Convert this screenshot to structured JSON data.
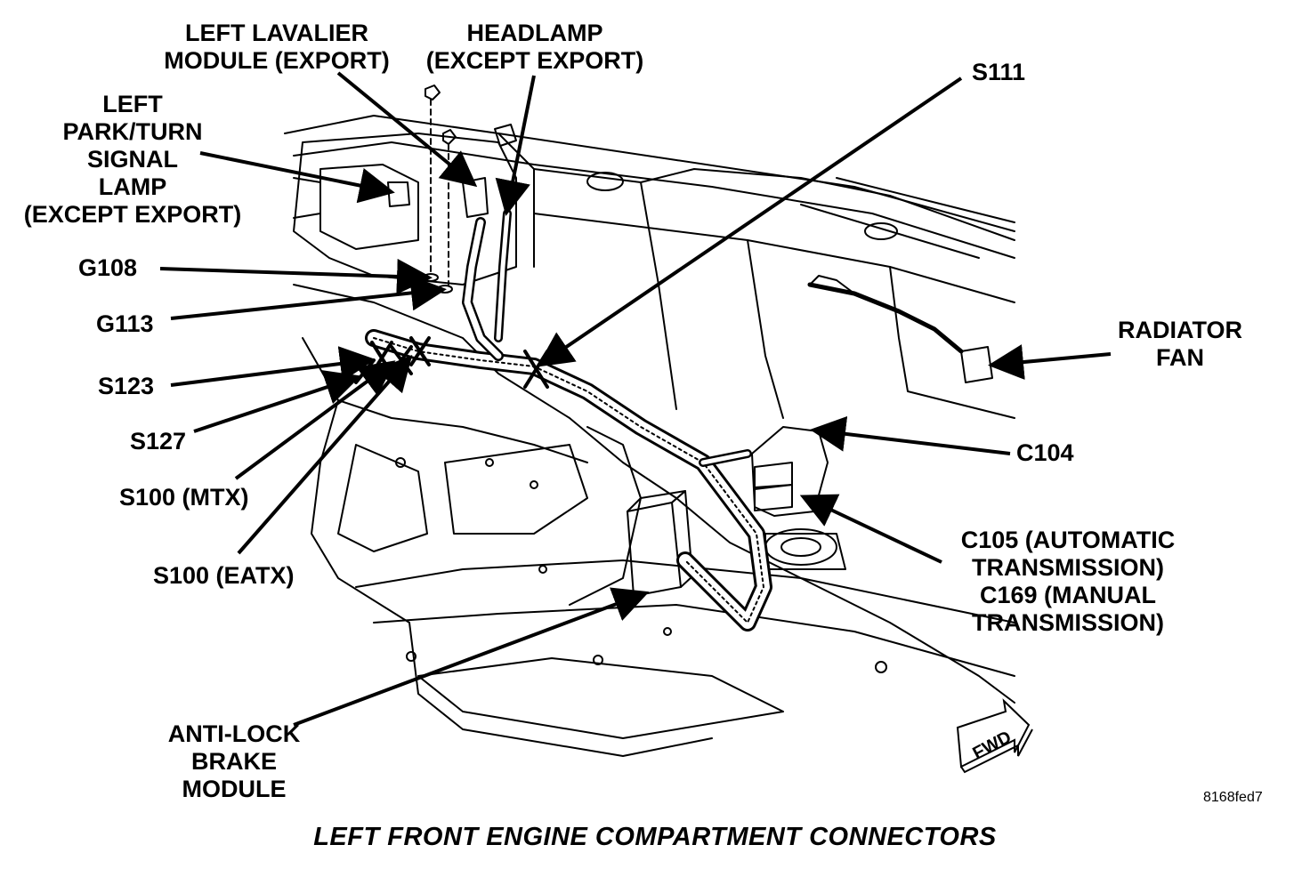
{
  "caption": "LEFT FRONT ENGINE COMPARTMENT CONNECTORS",
  "figure_id": "8168fed7",
  "fwd_marker": "FWD",
  "labels": {
    "left_lavalier": [
      "LEFT LAVALIER",
      "MODULE (EXPORT)"
    ],
    "headlamp": [
      "HEADLAMP",
      "(EXCEPT EXPORT)"
    ],
    "s111": [
      "S111"
    ],
    "left_park_turn": [
      "LEFT",
      "PARK/TURN",
      "SIGNAL",
      "LAMP",
      "(EXCEPT EXPORT)"
    ],
    "g108": [
      "G108"
    ],
    "g113": [
      "G113"
    ],
    "s123": [
      "S123"
    ],
    "s127": [
      "S127"
    ],
    "s100_mtx": [
      "S100 (MTX)"
    ],
    "s100_eatx": [
      "S100 (EATX)"
    ],
    "radiator_fan": [
      "RADIATOR",
      "FAN"
    ],
    "c104": [
      "C104"
    ],
    "c105_c169": [
      "C105 (AUTOMATIC",
      "TRANSMISSION)",
      "C169 (MANUAL",
      "TRANSMISSION)"
    ],
    "abs_module": [
      "ANTI-LOCK",
      "BRAKE",
      "MODULE"
    ]
  },
  "colors": {
    "ink": "#000000",
    "paper": "#ffffff"
  }
}
